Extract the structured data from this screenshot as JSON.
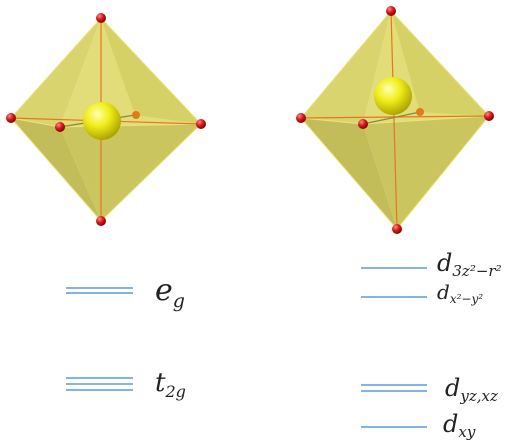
{
  "colors": {
    "face_light": "#d9d365",
    "face_mid": "#c9c352",
    "face_dark": "#b4ae44",
    "edge": "#e8e27a",
    "bond": "#e07a1e",
    "axis": "#8a8640",
    "ligand": "#d81c1c",
    "metal": "#f1ee1a",
    "level": "#5b9bd5",
    "text": "#222222"
  },
  "left": {
    "label_top": "e",
    "label_top_sub": "g",
    "label_bottom": "t",
    "label_bottom_sub": "2g"
  },
  "right": {
    "label_1": "d",
    "label_1_sub": "3z²−r²",
    "label_2": "d",
    "label_2_sub": "x²−y²",
    "label_3": "d",
    "label_3_sub": "yz,xz",
    "label_4": "d",
    "label_4_sub": "xy"
  }
}
